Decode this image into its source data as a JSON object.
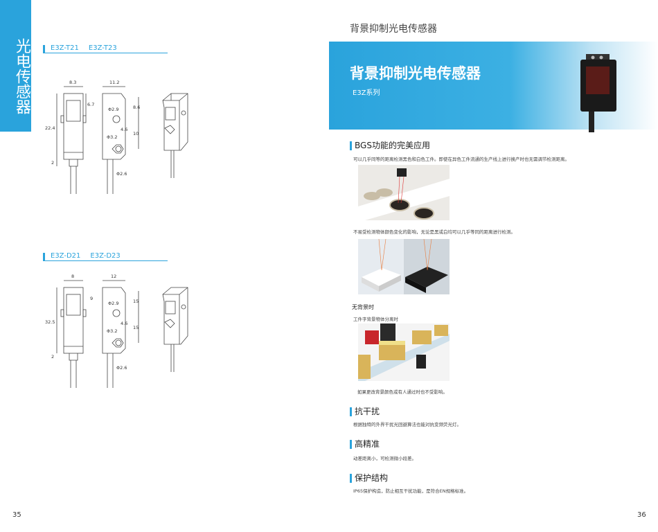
{
  "left_page": {
    "side_tab": "光电传感器",
    "groups": [
      {
        "models": [
          "E3Z-T21",
          "E3Z-T23"
        ],
        "dims": {
          "width_front": "8.3",
          "width_side": "11.2",
          "lens_height": "6.7",
          "height": "22.4",
          "cable_gap": "2",
          "hole1": "Φ2.9",
          "hole2": "Φ3.2",
          "top_offset": "8.6",
          "hole_offset": "4.6",
          "hole_spacing": "10",
          "cable_dia": "Φ2.6"
        }
      },
      {
        "models": [
          "E3Z-D21",
          "E3Z-D23"
        ],
        "dims": {
          "width_front": "8",
          "width_side": "12",
          "lens_height": "9",
          "height": "32.5",
          "cable_gap": "2",
          "hole1": "Φ2.9",
          "hole2": "Φ3.2",
          "top_offset": "15",
          "hole_offset": "4.6",
          "hole_spacing": "15",
          "cable_dia": "Φ2.6"
        }
      }
    ],
    "page_number": "35"
  },
  "right_page": {
    "header": "背景抑制光电传感器",
    "banner_title": "背景抑制光电传感器",
    "banner_subtitle": "E3Z系列",
    "sections": [
      {
        "title": "BGS功能的完美应用",
        "text": "可以几乎同等的距离检测黑色和白色工件。即使在异色工件流通的生产线上进行换产时也无需调节检测距离。",
        "text2": "不易受检测物体颜色变化的影响，无论是黑或白均可以几乎等同的距离进行检测。"
      },
      {
        "title": "无背景时",
        "text": "工件字背景物体分离时",
        "text2": "如果更改背景颜色或有人通过时也不受影响。"
      },
      {
        "title": "抗干扰",
        "text": "根据独特的外界干扰光回避算法也能对抗变频荧光灯。"
      },
      {
        "title": "高精准",
        "text": "动差距离小，可检测微小段差。"
      },
      {
        "title": "保护结构",
        "text": "IP65保护构造，防止相互干扰功能，是符合EN规格标准。"
      }
    ],
    "page_number": "36"
  }
}
